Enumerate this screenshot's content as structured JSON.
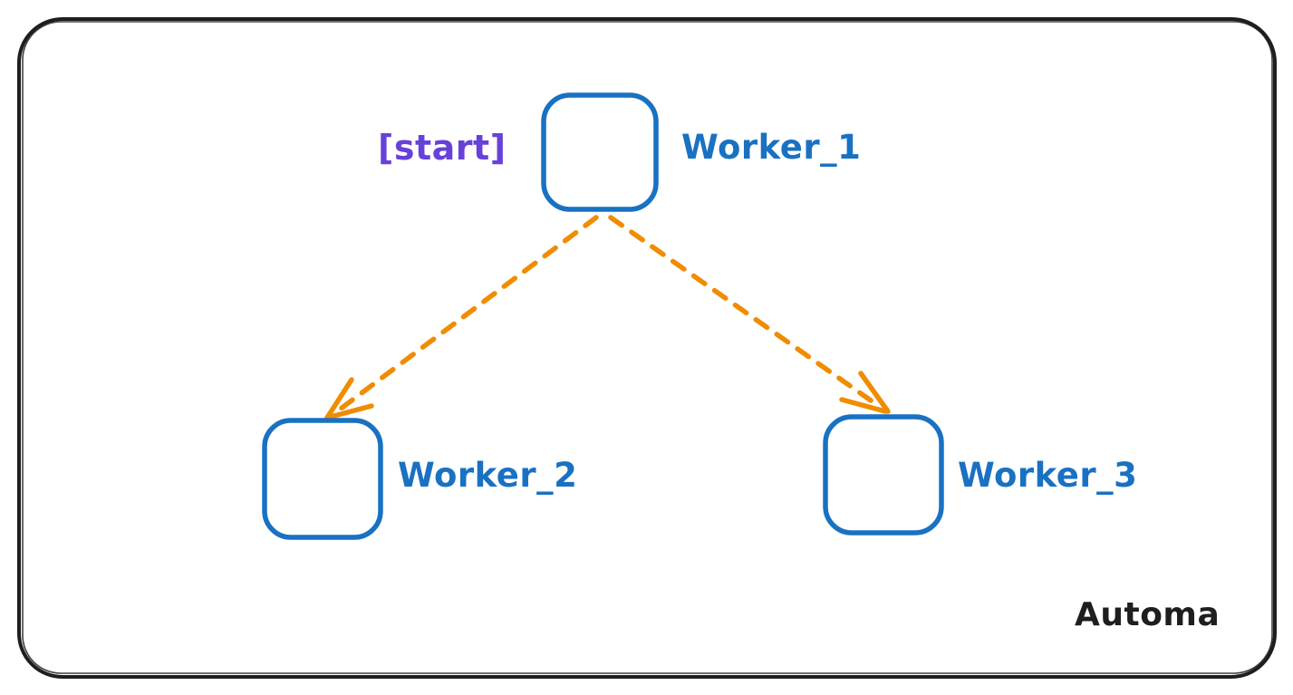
{
  "diagram": {
    "watermark": "Automa",
    "start_annotation": "[start]",
    "nodes": [
      {
        "id": "worker_1",
        "label": "Worker_1",
        "role": "start"
      },
      {
        "id": "worker_2",
        "label": "Worker_2",
        "role": "child"
      },
      {
        "id": "worker_3",
        "label": "Worker_3",
        "role": "child"
      }
    ],
    "edges": [
      {
        "from": "worker_1",
        "to": "worker_2",
        "style": "dashed-arrow"
      },
      {
        "from": "worker_1",
        "to": "worker_3",
        "style": "dashed-arrow"
      }
    ],
    "colors": {
      "node_stroke": "#1971c2",
      "node_label": "#1971c2",
      "start_label": "#6741d9",
      "edge": "#f08c00",
      "border": "#1e1e1e",
      "background": "#ffffff"
    }
  }
}
